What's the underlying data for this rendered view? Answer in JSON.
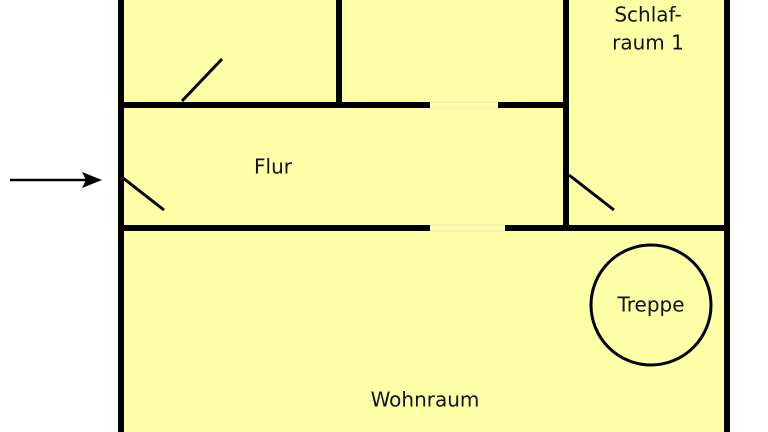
{
  "plan": {
    "rooms": {
      "schlafraum_line1": "Schlaf-",
      "schlafraum_line2": "raum 1",
      "flur": "Flur",
      "treppe": "Treppe",
      "wohnraum": "Wohnraum"
    },
    "colors": {
      "floor": "#ffffa8",
      "wall": "#000000",
      "window": "#ffffd8"
    }
  }
}
